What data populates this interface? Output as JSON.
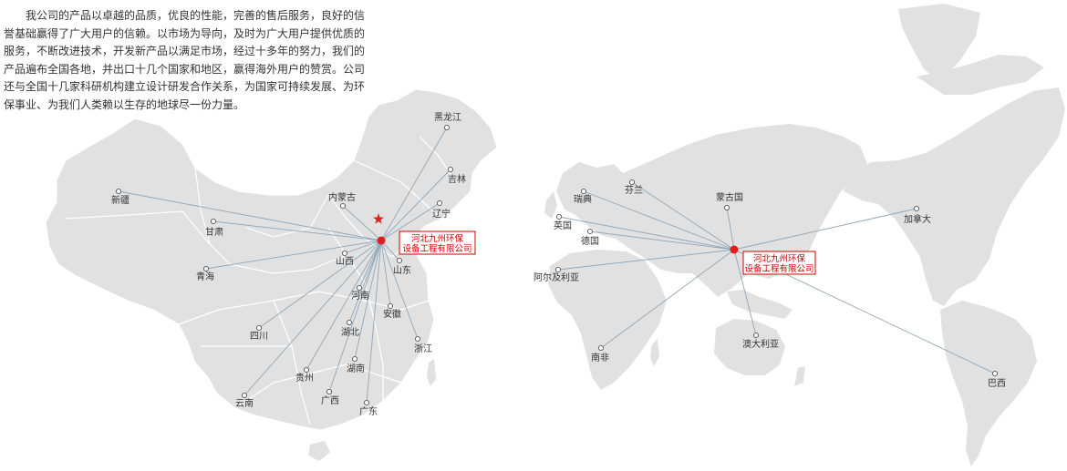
{
  "intro_text": "我公司的产品以卓越的品质，优良的性能，完善的售后服务，良好的信誉基础赢得了广大用户的信赖。以市场为导向，及时为广大用户提供优质的服务，不断改进技术，开发新产品以满足市场，经过十多年的努力，我们的产品遍布全国各地，并出口十几个国家和地区，赢得海外用户的赞赏。公司还与全国十几家科研机构建立设计研发合作关系，为国家可持续发展、为环保事业、为我们人类赖以生存的地球尽一份力量。",
  "company": {
    "line1": "河北九州环保",
    "line2": "设备工程有限公司"
  },
  "china_map": {
    "provinces": [
      "黑龙江",
      "吉林",
      "辽宁",
      "内蒙古",
      "新疆",
      "甘肃",
      "山西",
      "山东",
      "青海",
      "河南",
      "安徽",
      "四川",
      "湖北",
      "浙江",
      "贵州",
      "湖南",
      "云南",
      "广西",
      "广东"
    ]
  },
  "world_map": {
    "countries": [
      "芬兰",
      "瑞典",
      "蒙古国",
      "英国",
      "德国",
      "阿尔及利亚",
      "加拿大",
      "南非",
      "澳大利亚",
      "巴西"
    ]
  },
  "colors": {
    "land": "#e1e1e1",
    "border": "#ffffff",
    "connector": "#8fa6b8",
    "hub": "#e01e1e",
    "capital_star": "#e01e1e"
  }
}
